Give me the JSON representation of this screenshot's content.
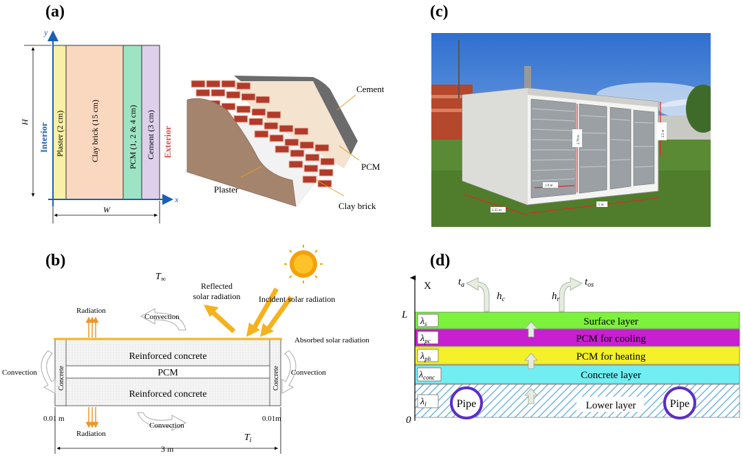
{
  "panels": {
    "a": {
      "label": "(a)",
      "axis_y": "y",
      "axis_x": "x",
      "dim_h": "H",
      "dim_w": "W",
      "interior": "Interior",
      "exterior": "Exterior",
      "layers": [
        "Plaster (2 cm)",
        "Clay brick (15 cm)",
        "PCM (1, 2 & 4 cm)",
        "Cement (3 cm)"
      ],
      "callouts": [
        "Cement",
        "PCM",
        "Plaster",
        "Clay brick"
      ]
    },
    "b": {
      "label": "(b)",
      "t_inf": "T",
      "t_inf_sub": "∞",
      "t_i": "T",
      "t_i_sub": "i",
      "reflected_1": "Reflected",
      "reflected_2": "solar radiation",
      "incident": "Incident solar radiation",
      "absorbed": "Absorbed solar radiation",
      "radiation_top": "Radiation",
      "radiation_bottom": "Radiation",
      "convection_top": "Convection",
      "convection_left": "Convection",
      "convection_right": "Convection",
      "convection_bottom": "Convection",
      "layer_top": "Reinforced concrete",
      "layer_mid": "PCM",
      "layer_bottom": "Reinforced concrete",
      "side_left": "Concrete",
      "side_right": "Concrete",
      "dim_left": "0.01 m",
      "dim_right": "0.01m",
      "dim_total": "3 m"
    },
    "c": {
      "label": "(c)",
      "dims": [
        "2.78 m",
        "1.9 m",
        "5 m",
        "2.35 m",
        "2.5 m"
      ]
    },
    "d": {
      "label": "(d)",
      "axis_x": "X",
      "axis_l": "L",
      "axis_zero": "0",
      "t_a": "t",
      "t_a_sub": "a",
      "t_os": "t",
      "t_os_sub": "os",
      "h_c": "h",
      "h_c_sub": "c",
      "h_r": "h",
      "h_r_sub": "r",
      "layers": [
        {
          "name": "Surface layer",
          "lambda_sub": "s",
          "color": "#7cf23c"
        },
        {
          "name": "PCM for cooling",
          "lambda_sub": "pc",
          "color": "#c81fd0"
        },
        {
          "name": "PCM for heating",
          "lambda_sub": "ph",
          "color": "#f4f02a"
        },
        {
          "name": "Concrete layer",
          "lambda_sub": "conc",
          "color": "#72eef2"
        },
        {
          "name": "Lower layer",
          "lambda_sub": "l",
          "color": "#ffffff"
        }
      ],
      "lambda": "λ",
      "pipe": "Pipe"
    }
  }
}
